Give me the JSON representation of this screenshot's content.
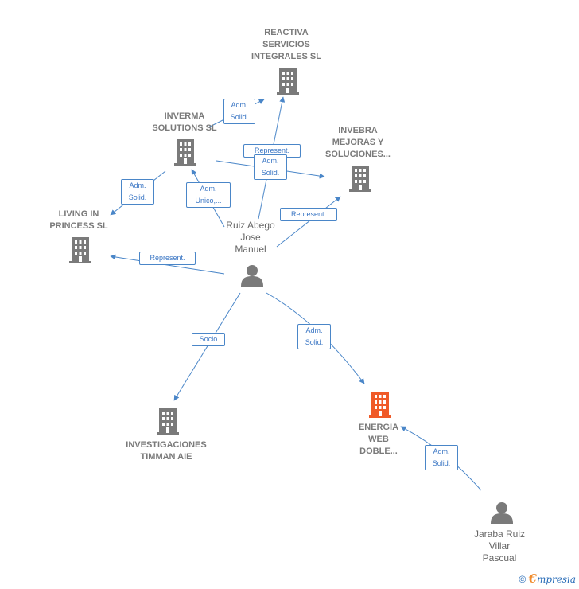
{
  "colors": {
    "edge": "#4a86c8",
    "building": "#7a7a7a",
    "building_highlight": "#f05a28",
    "person": "#7a7a7a",
    "label_text": "#7a7a7a",
    "edge_label_text": "#3a76c4"
  },
  "nodes": {
    "reactiva": {
      "lines": [
        "REACTIVA",
        "SERVICIOS",
        "INTEGRALES SL"
      ],
      "icon": "building-icon"
    },
    "inverma": {
      "lines": [
        "INVERMA",
        "SOLUTIONS SL"
      ],
      "icon": "building-icon"
    },
    "invebra": {
      "lines": [
        "INVEBRA",
        "MEJORAS Y",
        "SOLUCIONES..."
      ],
      "icon": "building-icon"
    },
    "living": {
      "lines": [
        "LIVING IN",
        "PRINCESS  SL"
      ],
      "icon": "building-icon"
    },
    "ruiz": {
      "lines": [
        "Ruiz Abego",
        "Jose",
        "Manuel"
      ],
      "icon": "person-icon"
    },
    "investigaciones": {
      "lines": [
        "INVESTIGACIONES",
        "TIMMAN AIE"
      ],
      "icon": "building-icon"
    },
    "energia": {
      "lines": [
        "ENERGIA",
        "WEB",
        "DOBLE..."
      ],
      "icon": "building-icon"
    },
    "jaraba": {
      "lines": [
        "Jaraba Ruiz",
        "Villar",
        "Pascual"
      ],
      "icon": "person-icon"
    }
  },
  "edges": [
    {
      "id": "e1",
      "lines": [
        "Adm.",
        "Solid."
      ]
    },
    {
      "id": "e2",
      "lines": [
        "Represent."
      ]
    },
    {
      "id": "e3",
      "lines": [
        "Adm.",
        "Solid."
      ]
    },
    {
      "id": "e4",
      "lines": [
        "Adm.",
        "Solid."
      ]
    },
    {
      "id": "e5",
      "lines": [
        "Adm.",
        "Unico,..."
      ]
    },
    {
      "id": "e6",
      "lines": [
        "Represent."
      ]
    },
    {
      "id": "e7",
      "lines": [
        "Represent."
      ]
    },
    {
      "id": "e8",
      "lines": [
        "Socio"
      ]
    },
    {
      "id": "e9",
      "lines": [
        "Adm.",
        "Solid."
      ]
    },
    {
      "id": "e10",
      "lines": [
        "Adm.",
        "Solid."
      ]
    }
  ],
  "footer": {
    "copyright": "©",
    "brand_initial": "€",
    "brand_rest": "mpresia"
  }
}
